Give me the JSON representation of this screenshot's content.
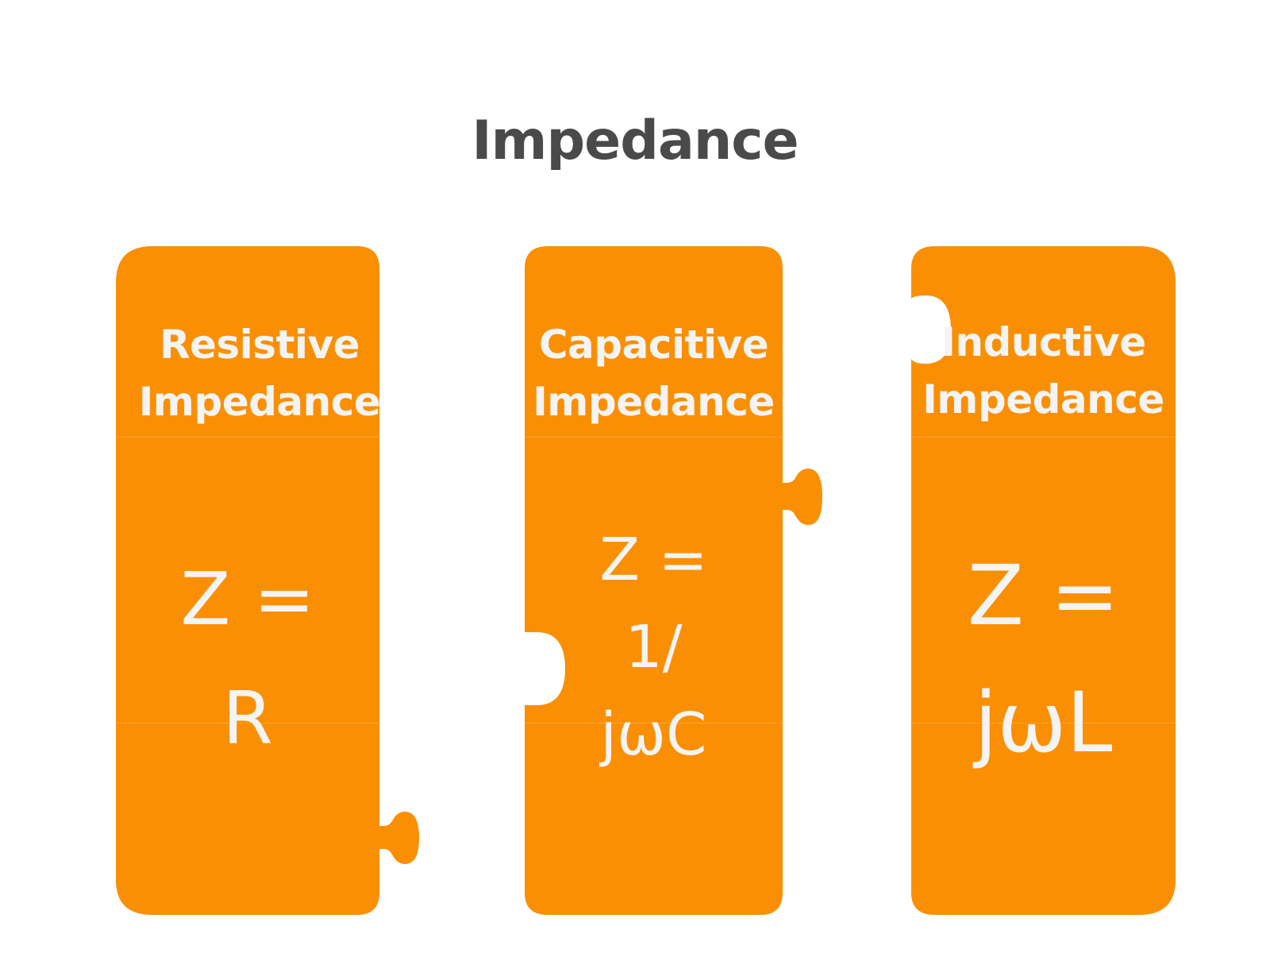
{
  "title": "Impedance",
  "colors": {
    "piece_fill": "#fb8f03",
    "title_text": "#4a4a4a",
    "piece_text": "#f4f4f4",
    "background": "#ffffff"
  },
  "pieces": [
    {
      "label_line1": "Resistive",
      "label_line2": "Impedance",
      "formula_line1": "Z =",
      "formula_line2": "R",
      "formula_line3": ""
    },
    {
      "label_line1": "Capacitive",
      "label_line2": "Impedance",
      "formula_line1": "Z =",
      "formula_line2": "1/",
      "formula_line3": "jωC"
    },
    {
      "label_line1": "Inductive",
      "label_line2": "Impedance",
      "formula_line1": "Z =",
      "formula_line2": "jωL",
      "formula_line3": ""
    }
  ]
}
